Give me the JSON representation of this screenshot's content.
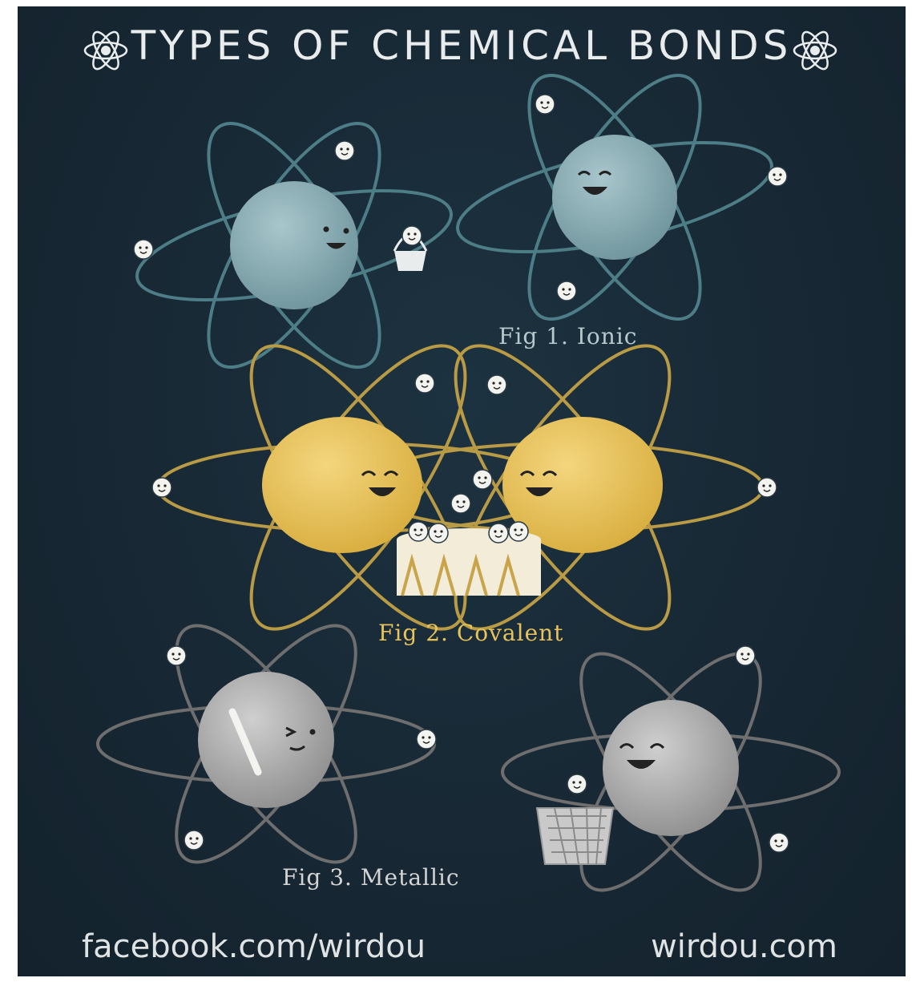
{
  "title": "TYPES OF CHEMICAL BONDS",
  "figures": {
    "ionic": {
      "caption": "Fig 1. Ionic",
      "color": "#7ea6ae"
    },
    "covalent": {
      "caption": "Fig 2. Covalent",
      "color": "#e8c35a"
    },
    "metallic": {
      "caption": "Fig 3. Metallic",
      "color": "#a7a7a7"
    }
  },
  "footer": {
    "left": "facebook.com/wirdou",
    "right": "wirdou.com"
  },
  "colors": {
    "background": "#182a36",
    "text": "#e9ecec"
  },
  "icons": [
    "atom-icon",
    "electron-icon",
    "nucleus-character",
    "candy-basket-icon",
    "dining-table-icon",
    "baseball-bat-icon",
    "trash-basket-icon"
  ]
}
